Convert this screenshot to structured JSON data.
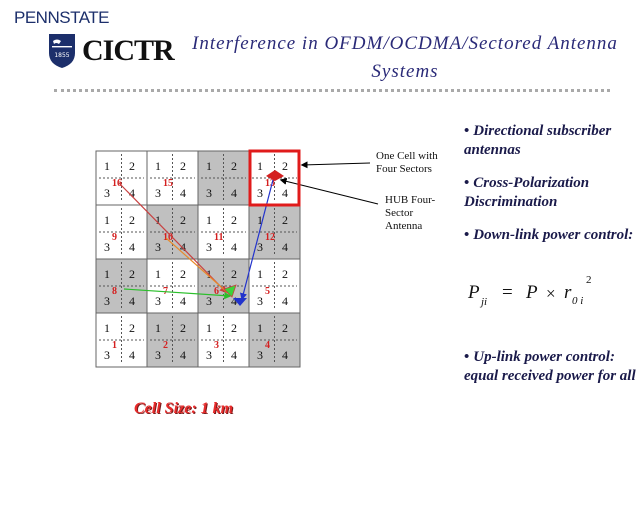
{
  "header": {
    "logo_top": "PENNSTATE",
    "logo_shield_text": "1855",
    "logo_main": "CICTR"
  },
  "title": {
    "line1": "Interference in OFDM/OCDMA/Sectored Antenna",
    "line2": "Systems"
  },
  "grid": {
    "rows": 4,
    "cols": 4,
    "sector_labels": [
      "1",
      "2",
      "3",
      "4"
    ],
    "cell_numbers": [
      [
        "16",
        "15",
        "",
        "13"
      ],
      [
        "9",
        "10",
        "11",
        "12"
      ],
      [
        "8",
        "7",
        "6",
        "5"
      ],
      [
        "1",
        "2",
        "3",
        "4"
      ]
    ],
    "shaded": [
      [
        false,
        false,
        true,
        false
      ],
      [
        false,
        true,
        false,
        true
      ],
      [
        true,
        false,
        true,
        false
      ],
      [
        false,
        true,
        false,
        true
      ]
    ],
    "hub_cell": [
      0,
      3
    ]
  },
  "annotations": {
    "one_cell": "One Cell with Four Sectors",
    "hub": "HUB Four-Sector Antenna",
    "cell_size": "Cell Size: 1 km"
  },
  "bullets": [
    "Directional subscriber antennas",
    "Cross-Polarization Discrimination",
    "Down-link power control:",
    "Up-link power control: equal received power for all"
  ],
  "formula": {
    "lhs": "P",
    "lhs_sub": "ji",
    "equals": "=",
    "rhs": "P",
    "times": "×",
    "r": "r",
    "r_sub": "0 i",
    "exponent": "2"
  },
  "colors": {
    "title": "#2a2a78",
    "grid_shade": "#c0c0c0",
    "cell_number": "#d42020",
    "highlight_box": "#e01b1b",
    "arrow_red": "#c84040",
    "arrow_orange": "#e88a2a",
    "arrow_green": "#2bbf2b",
    "arrow_blue": "#2233cc"
  }
}
